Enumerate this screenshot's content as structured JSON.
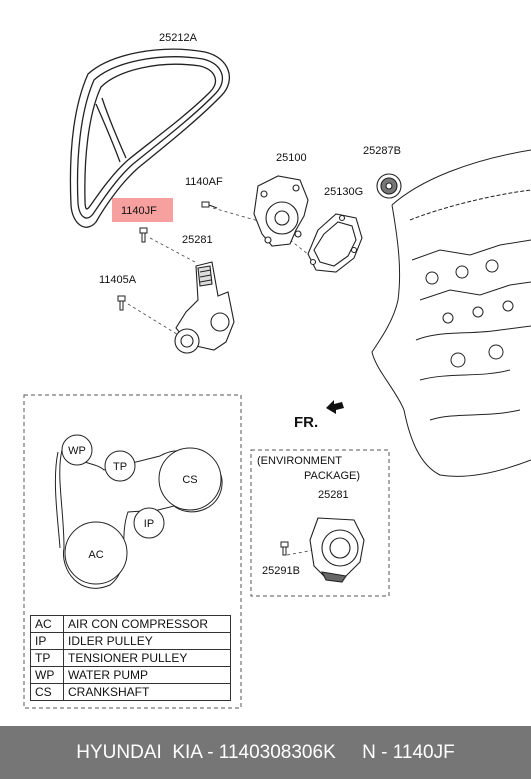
{
  "title": "",
  "labels": {
    "belt": "25212A",
    "bolt_highlight": "1140JF",
    "bolt_pump": "1140AF",
    "water_pump": "25100",
    "pump_gasket": "25130G",
    "idler_pulley": "25287B",
    "tensioner": "25281",
    "bolt_tensioner": "11405A",
    "front_arrow": "FR.",
    "env_package_line1": "(ENVIRONMENT",
    "env_package_line2": "PACKAGE)",
    "env_tensioner": "25281",
    "env_bolt": "25291B"
  },
  "pulleys": {
    "wp": "WP",
    "tp": "TP",
    "cs": "CS",
    "ip": "IP",
    "ac": "AC"
  },
  "legend": [
    {
      "code": "AC",
      "desc": "AIR CON COMPRESSOR"
    },
    {
      "code": "IP",
      "desc": "IDLER PULLEY"
    },
    {
      "code": "TP",
      "desc": "TENSIONER PULLEY"
    },
    {
      "code": "WP",
      "desc": "WATER PUMP"
    },
    {
      "code": "CS",
      "desc": "CRANKSHAFT"
    }
  ],
  "footer": "HYUNDAI  KIA - 1140308306K     N - 1140JF",
  "colors": {
    "highlight": "#ef5350",
    "footer_bg": "#767676",
    "footer_text": "#ffffff"
  }
}
